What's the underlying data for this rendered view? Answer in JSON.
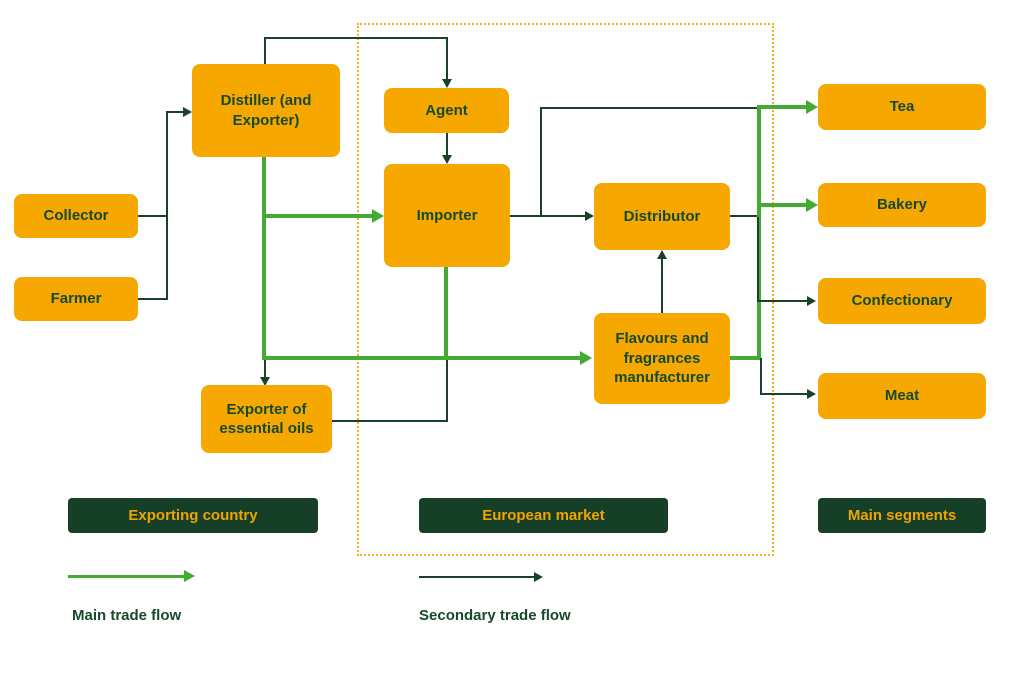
{
  "diagram": {
    "nodes": {
      "collector": {
        "label": "Collector"
      },
      "farmer": {
        "label": "Farmer"
      },
      "distiller": {
        "label": "Distiller (and Exporter)"
      },
      "agent": {
        "label": "Agent"
      },
      "importer": {
        "label": "Importer"
      },
      "distributor": {
        "label": "Distributor"
      },
      "flavours": {
        "label": "Flavours and fragrances manufacturer"
      },
      "exporter_oils": {
        "label": "Exporter of essential oils"
      },
      "tea": {
        "label": "Tea"
      },
      "bakery": {
        "label": "Bakery"
      },
      "confectionary": {
        "label": "Confectionary"
      },
      "meat": {
        "label": "Meat"
      }
    },
    "groups": {
      "exporting_country": {
        "label": "Exporting country"
      },
      "european_market": {
        "label": "European market"
      },
      "main_segments": {
        "label": "Main segments"
      }
    },
    "legend": {
      "main_label": "Main trade flow",
      "secondary_label": "Secondary trade flow"
    },
    "colors": {
      "node_fill": "#F6A800",
      "node_text": "#174A2C",
      "group_fill": "#153F27",
      "group_text": "#F0A400",
      "main_flow": "#44AB32",
      "secondary_flow": "#1A4229",
      "region_border": "#F2B01E"
    }
  }
}
